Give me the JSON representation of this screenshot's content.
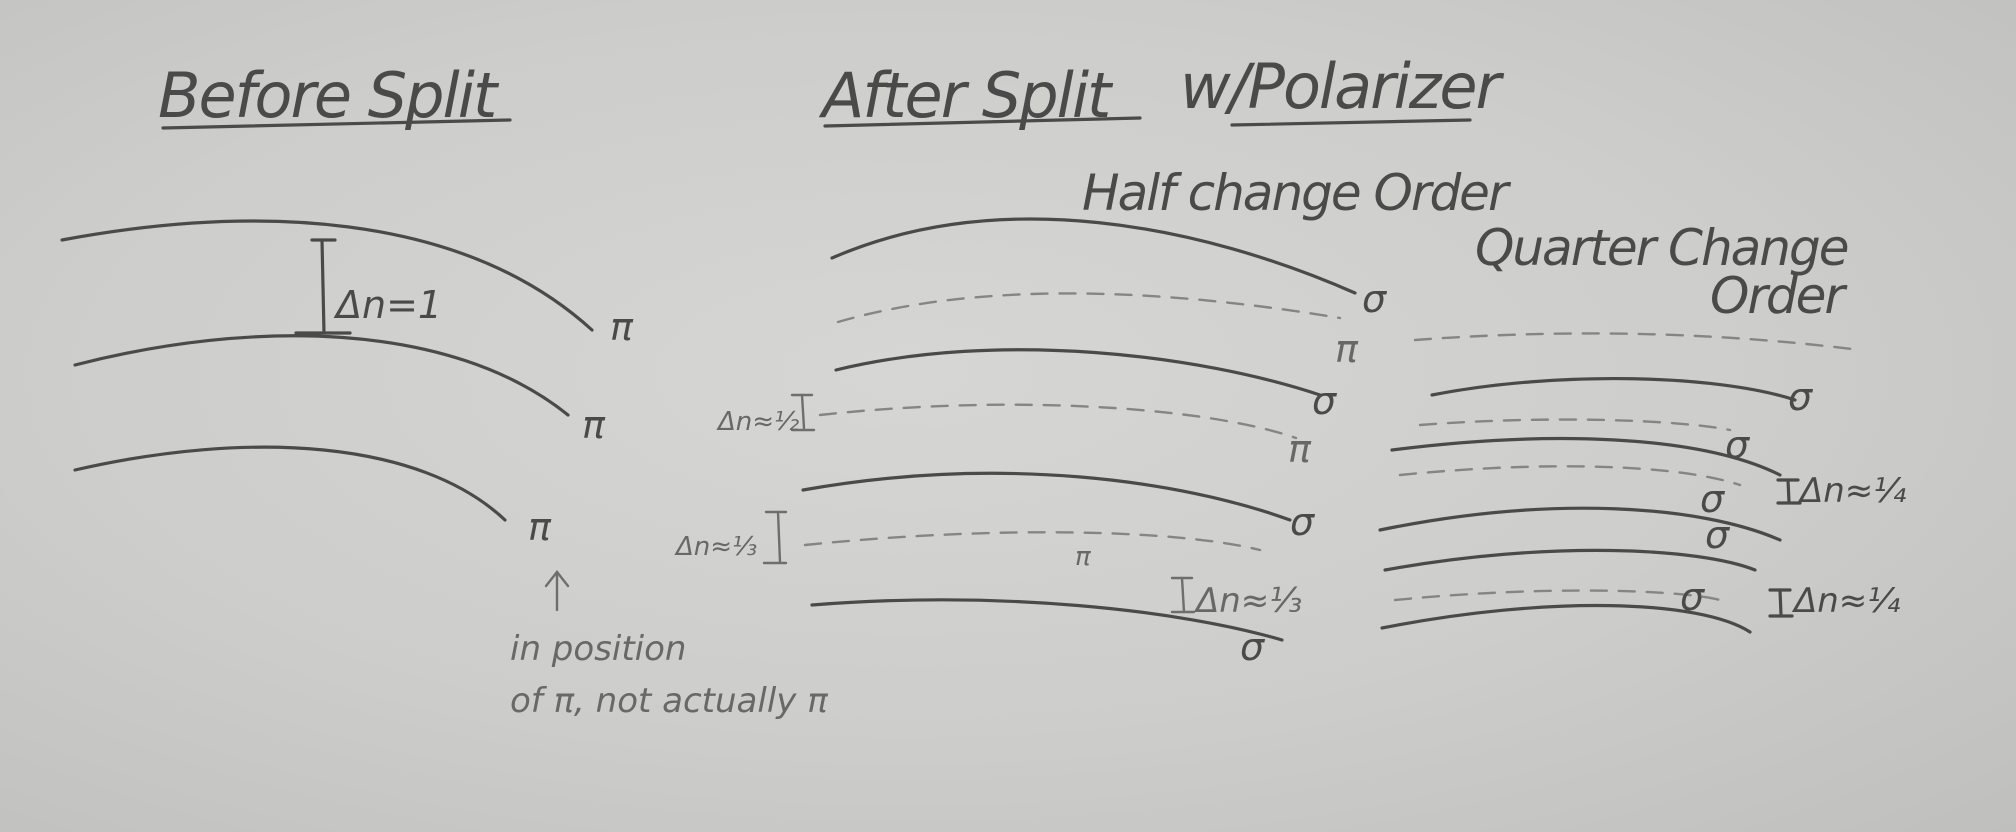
{
  "headings": {
    "before_split": "Before Split",
    "after_split": "After Split",
    "polarizer": "w/Polarizer",
    "half_change": "Half change Order",
    "quarter_change_line1": "Quarter Change",
    "quarter_change_line2": "Order"
  },
  "labels": {
    "delta_n_1": "Δn=1",
    "pi": "π",
    "sigma": "σ",
    "note_line1": "in position",
    "note_line2": "of π, not actually π",
    "delta_n_half": "Δn≈½",
    "delta_n_third": "Δn≈⅓",
    "delta_n_quarter": "Δn≈¼"
  }
}
